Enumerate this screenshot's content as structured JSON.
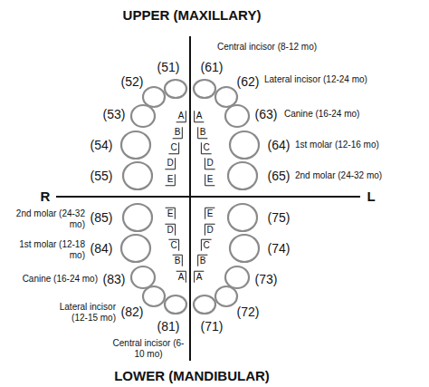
{
  "diagram": {
    "title": "UPPER (MAXILLARY)",
    "caption": "LOWER (MANDIBULAR)",
    "labels": [
      "(51)",
      "(61)",
      "Central incisor (8-12 mo)",
      "(52)",
      "(62)",
      "Lateral incisor (12-24 mo)",
      "(53)",
      "(63)",
      "Canine (16-24 mo)",
      "A",
      "A",
      "B",
      "B",
      "(54)",
      "(64)",
      "1st molar (12-16 mo)",
      "C",
      "C",
      "D",
      "D",
      "(55)",
      "(65)",
      "2nd molar (24-32 mo)",
      "E",
      "E",
      "R",
      "L",
      "E",
      "E",
      "2nd molar (24-32 mo)",
      "(85)",
      "(75)",
      "D",
      "D",
      "1st molar (12-18 mo)",
      "(84)",
      "(74)",
      "C",
      "C",
      "Canine (16-24 mo)",
      "(83)",
      "(73)",
      "B",
      "B",
      "A",
      "A",
      "Lateral incisor (12-15 mo)",
      "(82)",
      "(72)",
      "(81)",
      "(71)",
      "Central incisor (6-10 mo)"
    ]
  }
}
